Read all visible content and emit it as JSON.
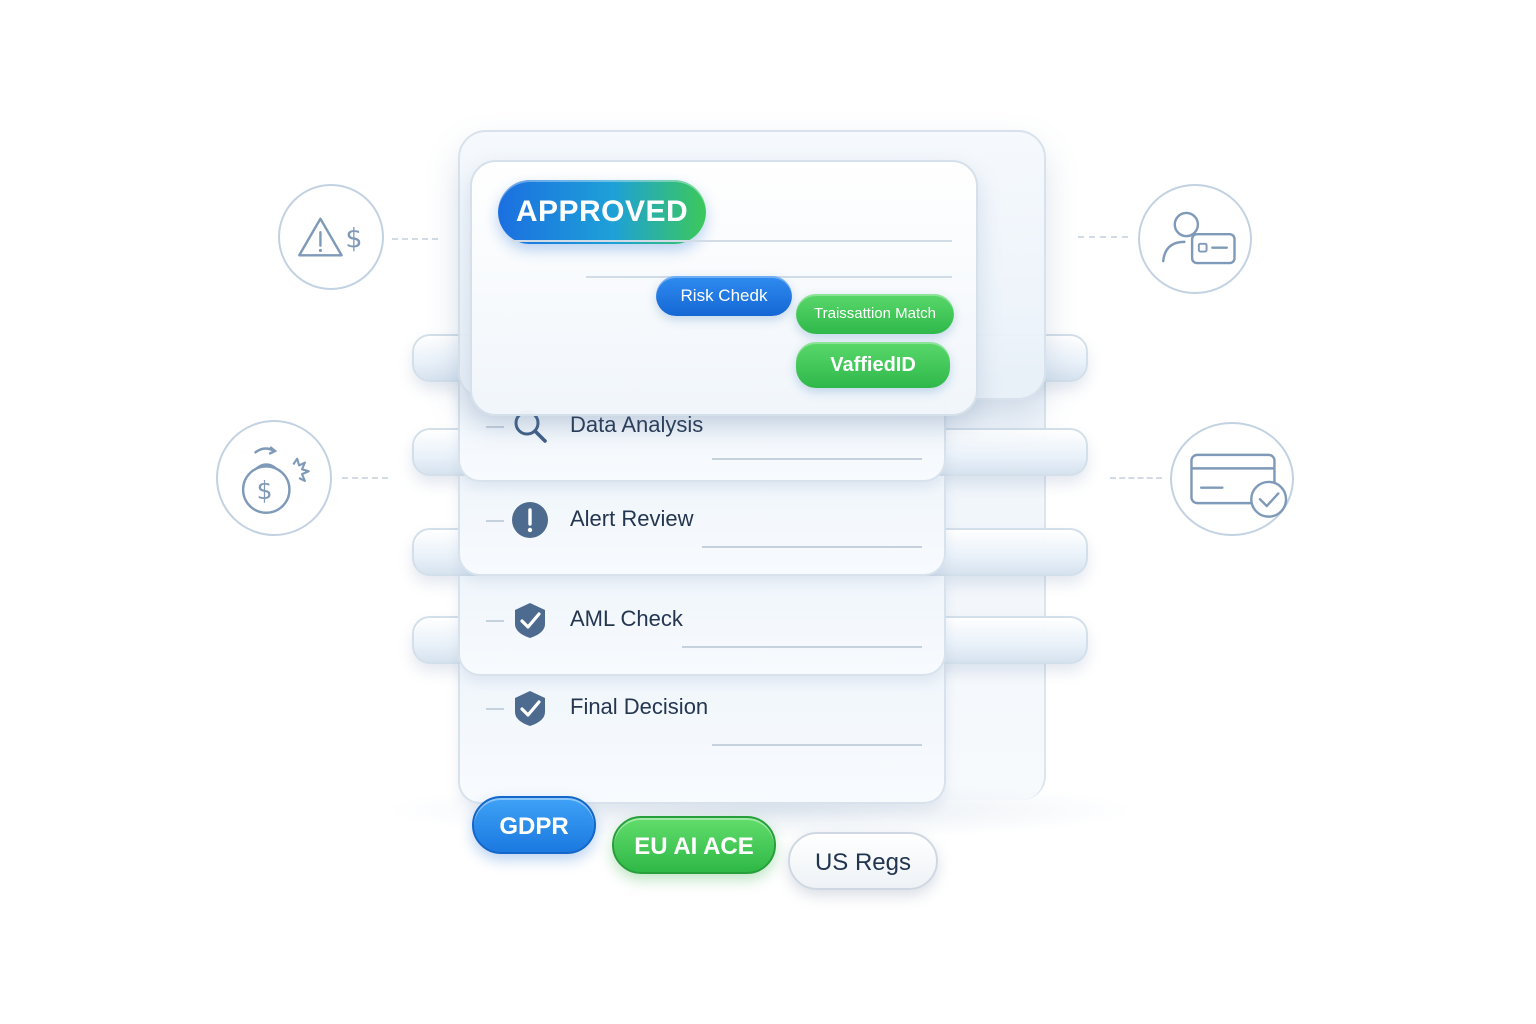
{
  "status": {
    "label": "APPROVED"
  },
  "checks": {
    "risk_check": "Risk Chedk",
    "transaction_match": "Traissattion Match",
    "verified_id": "VaffiedID"
  },
  "stages": [
    {
      "label": "Data Analysis",
      "icon": "magnifier-icon"
    },
    {
      "label": "Alert Review",
      "icon": "alert-icon"
    },
    {
      "label": "AML Check",
      "icon": "check-shield-icon"
    },
    {
      "label": "Final Decision",
      "icon": "check-shield-icon"
    }
  ],
  "regulations": [
    "GDPR",
    "EU AI ACE",
    "US Regs"
  ],
  "side_icons": [
    "risk-dollar-icon",
    "money-bag-icon",
    "user-id-card-icon",
    "credit-card-check-icon"
  ],
  "colors": {
    "accent_blue": "#1b6fe0",
    "accent_green": "#3cc85a",
    "icon_stroke": "#7f9ab8",
    "text_dark": "#243650"
  }
}
